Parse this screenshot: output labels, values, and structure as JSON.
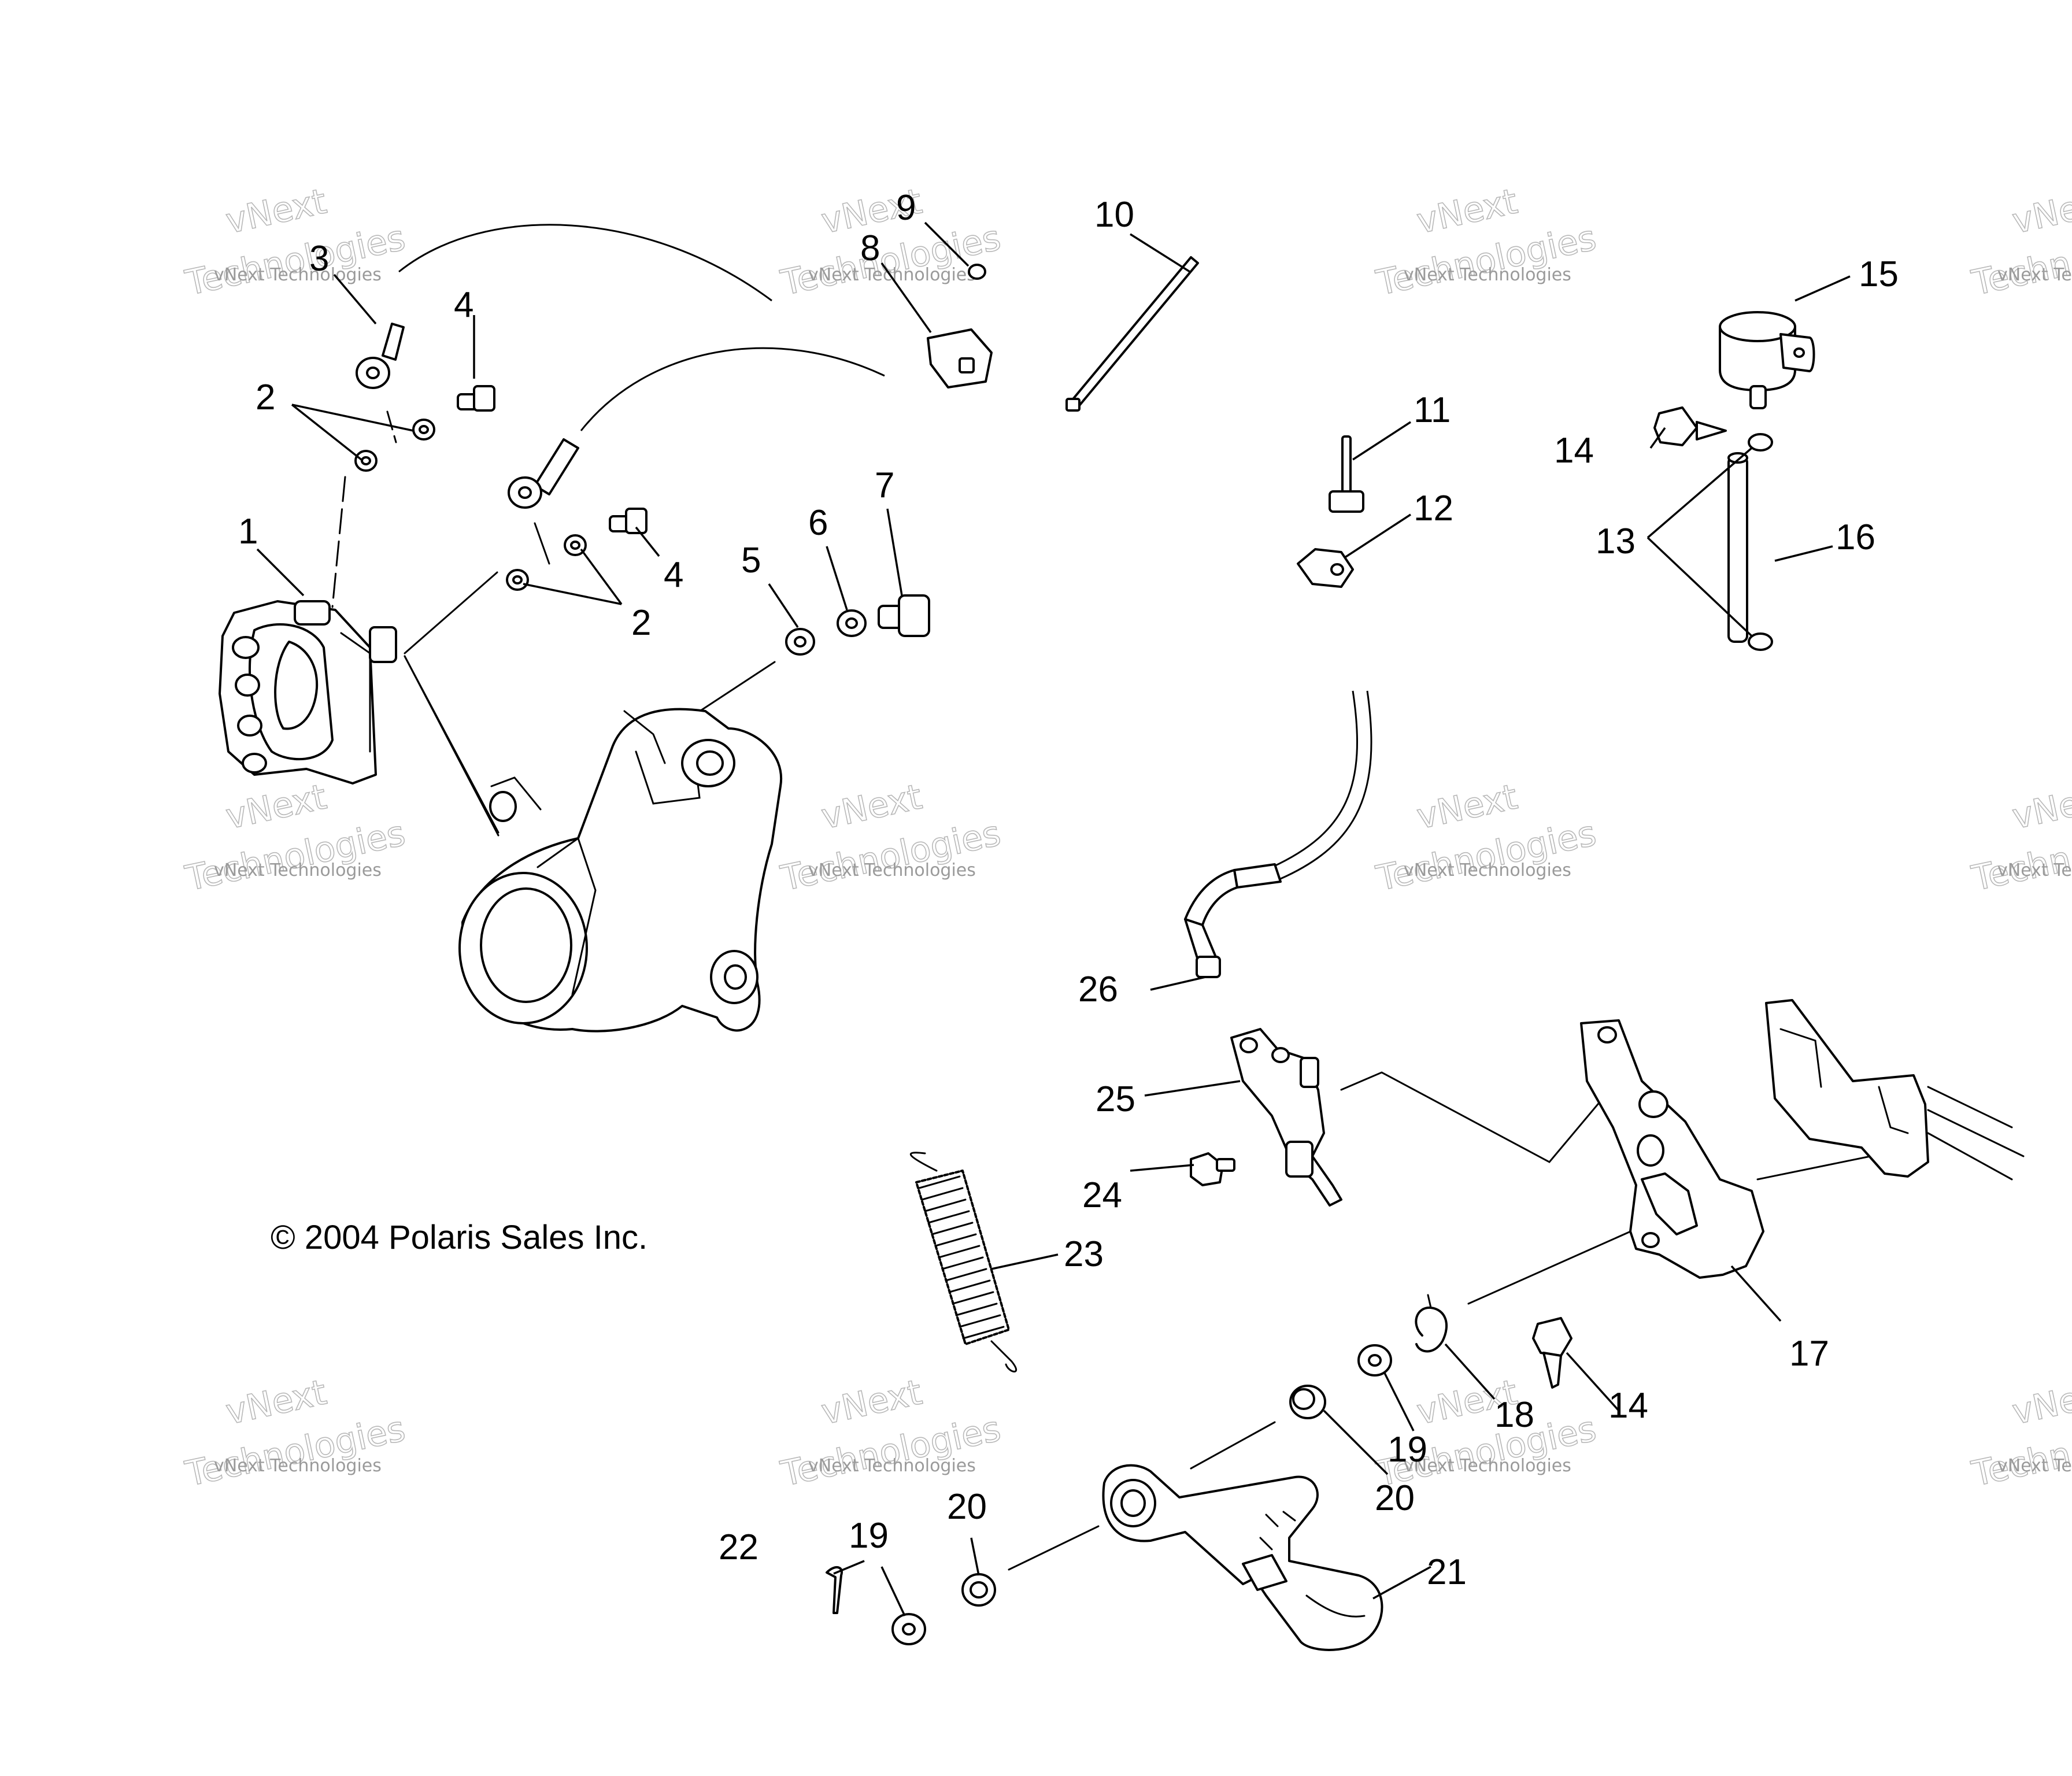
{
  "copyright": "© 2004 Polaris Sales Inc.",
  "watermark": {
    "small_text": "vNext Technologies",
    "vnext": "vNext",
    "technologies": "Technologies"
  },
  "callouts": [
    {
      "id": "c1",
      "text": "1"
    },
    {
      "id": "c2a",
      "text": "2"
    },
    {
      "id": "c2b",
      "text": "2"
    },
    {
      "id": "c3",
      "text": "3"
    },
    {
      "id": "c4a",
      "text": "4"
    },
    {
      "id": "c4b",
      "text": "4"
    },
    {
      "id": "c5",
      "text": "5"
    },
    {
      "id": "c6",
      "text": "6"
    },
    {
      "id": "c7",
      "text": "7"
    },
    {
      "id": "c8",
      "text": "8"
    },
    {
      "id": "c9",
      "text": "9"
    },
    {
      "id": "c10",
      "text": "10"
    },
    {
      "id": "c11",
      "text": "11"
    },
    {
      "id": "c12",
      "text": "12"
    },
    {
      "id": "c13",
      "text": "13"
    },
    {
      "id": "c14a",
      "text": "14"
    },
    {
      "id": "c14b",
      "text": "14"
    },
    {
      "id": "c15",
      "text": "15"
    },
    {
      "id": "c16",
      "text": "16"
    },
    {
      "id": "c17",
      "text": "17"
    },
    {
      "id": "c18",
      "text": "18"
    },
    {
      "id": "c19a",
      "text": "19"
    },
    {
      "id": "c19b",
      "text": "19"
    },
    {
      "id": "c20a",
      "text": "20"
    },
    {
      "id": "c20b",
      "text": "20"
    },
    {
      "id": "c21",
      "text": "21"
    },
    {
      "id": "c22",
      "text": "22"
    },
    {
      "id": "c23",
      "text": "23"
    },
    {
      "id": "c24",
      "text": "24"
    },
    {
      "id": "c25",
      "text": "25"
    },
    {
      "id": "c26",
      "text": "26"
    }
  ]
}
